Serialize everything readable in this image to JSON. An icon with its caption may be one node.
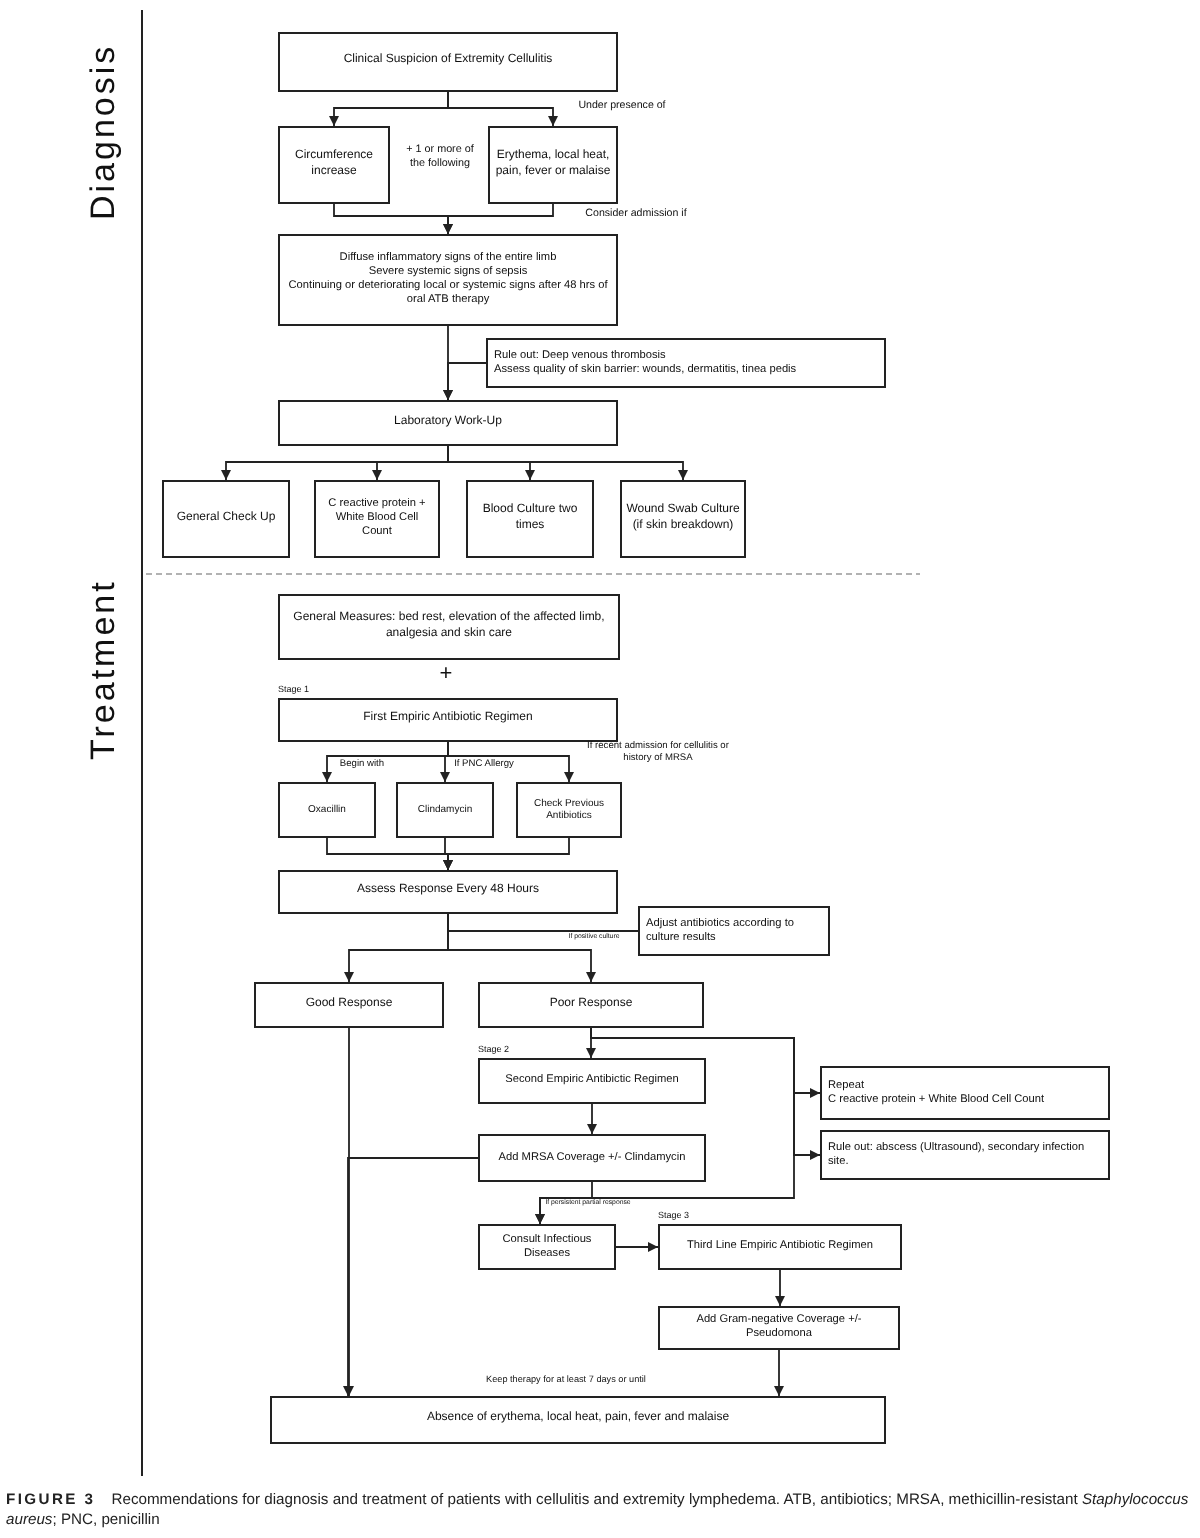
{
  "diagram": {
    "caption": "**FIGURE 3** Recommendations for diagnosis and treatment of patients with cellulitis and extremity lymphedema. ATB, antibiotics; MRSA, methicillin-resistant *Staphylococcus aureus*; PNC, penicillin",
    "nodes": [
      {
        "text": [
          "Clinical Suspicion of Extremity Cellulitis"
        ]
      },
      {
        "text": [
          "Circumference increase"
        ]
      },
      {
        "text": [
          "Erythema, local heat, pain, fever or malaise"
        ]
      },
      {
        "text": [
          "Diffuse inflammatory signs of the entire limb",
          "Severe systemic signs of sepsis",
          "Continuing or deteriorating local or systemic signs after 48 hrs of oral ATB therapy"
        ]
      },
      {
        "text": [
          "Rule out: Deep venous thrombosis",
          "Assess quality of skin barrier: wounds, dermatitis, tinea pedis"
        ]
      },
      {
        "text": [
          "Laboratory Work-Up"
        ]
      },
      {
        "text": [
          "General Check Up"
        ]
      },
      {
        "text": [
          "C reactive protein + White Blood Cell Count"
        ]
      },
      {
        "text": [
          "Blood Culture two times"
        ]
      },
      {
        "text": [
          "Wound Swab Culture (if skin breakdown)"
        ]
      },
      {
        "text": [
          "General Measures: bed rest, elevation of the affected limb, analgesia and skin care"
        ]
      },
      {
        "text": [
          "First Empiric Antibiotic Regimen"
        ],
        "beside": [
          "Stage 1"
        ]
      },
      {
        "text": [
          "Oxacillin"
        ]
      },
      {
        "text": [
          "Clindamycin"
        ]
      },
      {
        "text": [
          "Check Previous Antibiotics"
        ]
      },
      {
        "text": [
          "Assess Response Every 48 Hours"
        ]
      },
      {
        "text": [
          "Adjust antibiotics according to culture results"
        ]
      },
      {
        "text": [
          "Good Response"
        ]
      },
      {
        "text": [
          "Poor Response"
        ]
      },
      {
        "text": [
          "Second Empiric Antibictic Regimen"
        ],
        "beside": [
          "Stage 2"
        ]
      },
      {
        "text": [
          "Repeat",
          "C reactive protein + White Blood Cell Count"
        ]
      },
      {
        "text": [
          "Add MRSA Coverage +/- Clindamycin"
        ]
      },
      {
        "text": [
          "Rule out: abscess (Ultrasound), secondary infection site."
        ]
      },
      {
        "text": [
          "Consult Infectious Diseases"
        ]
      },
      {
        "text": [
          "Third Line Empiric Antibiotic Regimen"
        ],
        "beside": [
          "Stage 3"
        ]
      },
      {
        "text": [
          "Add Gram-negative Coverage +/- Pseudomona"
        ]
      },
      {
        "text": [
          "Absence of erythema, local heat, pain, fever and malaise"
        ]
      }
    ],
    "edges": [
      {
        "from": 0,
        "to": 1,
        "arrow": "to"
      },
      {
        "from": 0,
        "to": 2,
        "arrow": "to",
        "label": "Under presence of"
      },
      {
        "from": 1,
        "to": 3,
        "arrow": "to"
      },
      {
        "from": 2,
        "to": 3,
        "arrow": "to",
        "label": "Consider admission if"
      },
      {
        "from": 3,
        "to": 5,
        "arrow": "to"
      },
      {
        "from": 4,
        "to": 5,
        "arrow": "to"
      },
      {
        "from": 5,
        "to": 6,
        "arrow": "to"
      },
      {
        "from": 5,
        "to": 7,
        "arrow": "to"
      },
      {
        "from": 5,
        "to": 8,
        "arrow": "to"
      },
      {
        "from": 5,
        "to": 9,
        "arrow": "to"
      },
      {
        "from": 11,
        "to": 12,
        "arrow": "to",
        "label": "Begin with"
      },
      {
        "from": 11,
        "to": 13,
        "arrow": "to",
        "label": "If PNC Allergy"
      },
      {
        "from": 11,
        "to": 14,
        "arrow": "to",
        "label": "If recent admission for cellulitis or history of MRSA"
      },
      {
        "from": 12,
        "to": 15,
        "arrow": "to"
      },
      {
        "from": 13,
        "to": 15,
        "arrow": "to"
      },
      {
        "from": 14,
        "to": 15,
        "arrow": "to"
      },
      {
        "from": 15,
        "to": 16,
        "arrow": "none",
        "label": "If positive culture"
      },
      {
        "from": 15,
        "to": 17,
        "arrow": "to"
      },
      {
        "from": 15,
        "to": 18,
        "arrow": "to"
      },
      {
        "from": 17,
        "to": 26,
        "arrow": "to"
      },
      {
        "from": 18,
        "to": 19,
        "arrow": "to"
      },
      {
        "from": 18,
        "to": 20,
        "arrow": "to"
      },
      {
        "from": 18,
        "to": 22,
        "arrow": "to"
      },
      {
        "from": 18,
        "to": 23,
        "arrow": "to"
      },
      {
        "from": 19,
        "to": 21,
        "arrow": "to"
      },
      {
        "from": 21,
        "to": 26,
        "arrow": "to"
      },
      {
        "from": 21,
        "to": 23,
        "arrow": "to",
        "label": "If persistent partial response"
      },
      {
        "from": 23,
        "to": 24,
        "arrow": "to"
      },
      {
        "from": 24,
        "to": 25,
        "arrow": "to"
      },
      {
        "from": 25,
        "to": 26,
        "arrow": "to"
      }
    ],
    "labels": [
      "Diagnosis",
      "+ 1 or more of the following",
      "Treatment",
      "+",
      "Keep therapy for at least 7 days or until"
    ]
  }
}
